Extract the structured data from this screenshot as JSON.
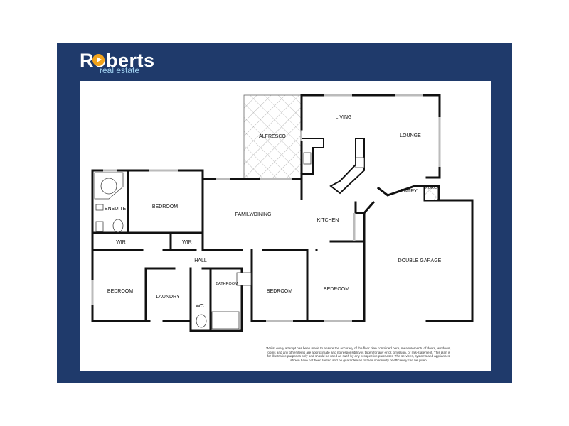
{
  "brand": {
    "name": "Roberts",
    "tagline": "real estate"
  },
  "rooms": {
    "alfresco": "ALFRESCO",
    "living": "LIVING",
    "lounge": "LOUNGE",
    "entry": "ENTRY",
    "porch": "PORCH",
    "ensuite": "ENSUITE",
    "bedroom_master": "BEDROOM",
    "family_dining": "FAMILY/DINING",
    "kitchen": "KITCHEN",
    "double_garage": "DOUBLE GARAGE",
    "wir_left": "WIR",
    "wir_right": "WIR",
    "hall": "HALL",
    "bedroom_left": "BEDROOM",
    "laundry": "LAUNDRY",
    "wc": "WC",
    "bathroom": "BATHROOM",
    "bedroom_center": "BEDROOM",
    "bedroom_right": "BEDROOM"
  },
  "disclaimer": "Whilst every attempt has been made to ensure the accuracy of the floor plan contained here, measurements of doors, windows, rooms and any other items are approximate and no responsibility is taken for any error, omission, or mis-statement. This plan is for illustrative purposes only and should be used as such by any prospective purchaser. The services, systems and appliances shown have not been tested and no guarantee as to their operability or efficiency can be given",
  "colors": {
    "frame": "#1f3a6b",
    "logo_accent": "#f2a31b",
    "logo_sub": "#9fd0f0",
    "wall": "#111111"
  }
}
